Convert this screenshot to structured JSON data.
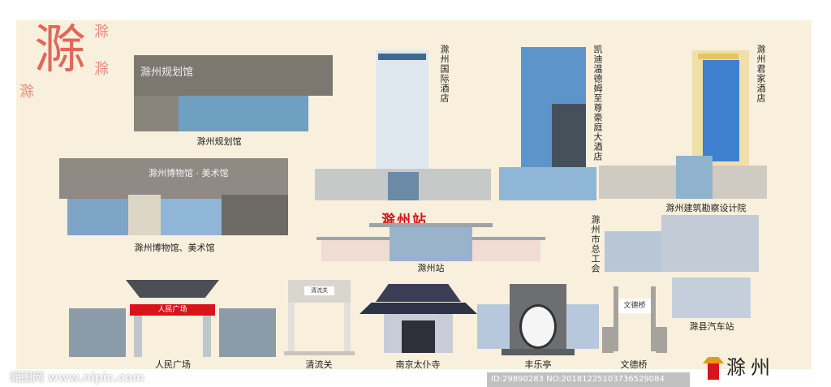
{
  "calligraphy": "滁",
  "landmarks": {
    "planning_hall": {
      "label": "滁州规划馆",
      "sign": "滁州规划馆"
    },
    "museum": {
      "label": "滁州博物馆、美术馆",
      "sign": "滁州博物馆 · 美术馆"
    },
    "intl_hotel": {
      "label": "滁州国际酒店"
    },
    "wyndham": {
      "label": "凯迪温德姆至尊豪庭大酒店"
    },
    "junjia_hotel": {
      "label": "滁州君家酒店"
    },
    "design_institute": {
      "label": "滁州建筑勘察设计院"
    },
    "station": {
      "label": "滁州站",
      "sign": "滁州站"
    },
    "trade_union": {
      "label": "滁州市总工会"
    },
    "bus_station": {
      "label": "滁县汽车站"
    },
    "peoples_square": {
      "label": "人民广场",
      "sign": "人民广场"
    },
    "qingliu_pass": {
      "label": "清流关",
      "sign": "清流关"
    },
    "taipu_temple": {
      "label": "南京太仆寺"
    },
    "fengle_pavilion": {
      "label": "丰乐亭"
    },
    "wende_bridge": {
      "label": "文德桥",
      "sign": "文德桥"
    }
  },
  "logo": "滁州",
  "watermark": {
    "site": "昵图网 www.nipic.com",
    "id": "ID:29890283 NO:20181225103736529084"
  },
  "colors": {
    "background": "#f8f0dc",
    "accent_red": "#d8141b",
    "glass": "#8fb6d6"
  }
}
